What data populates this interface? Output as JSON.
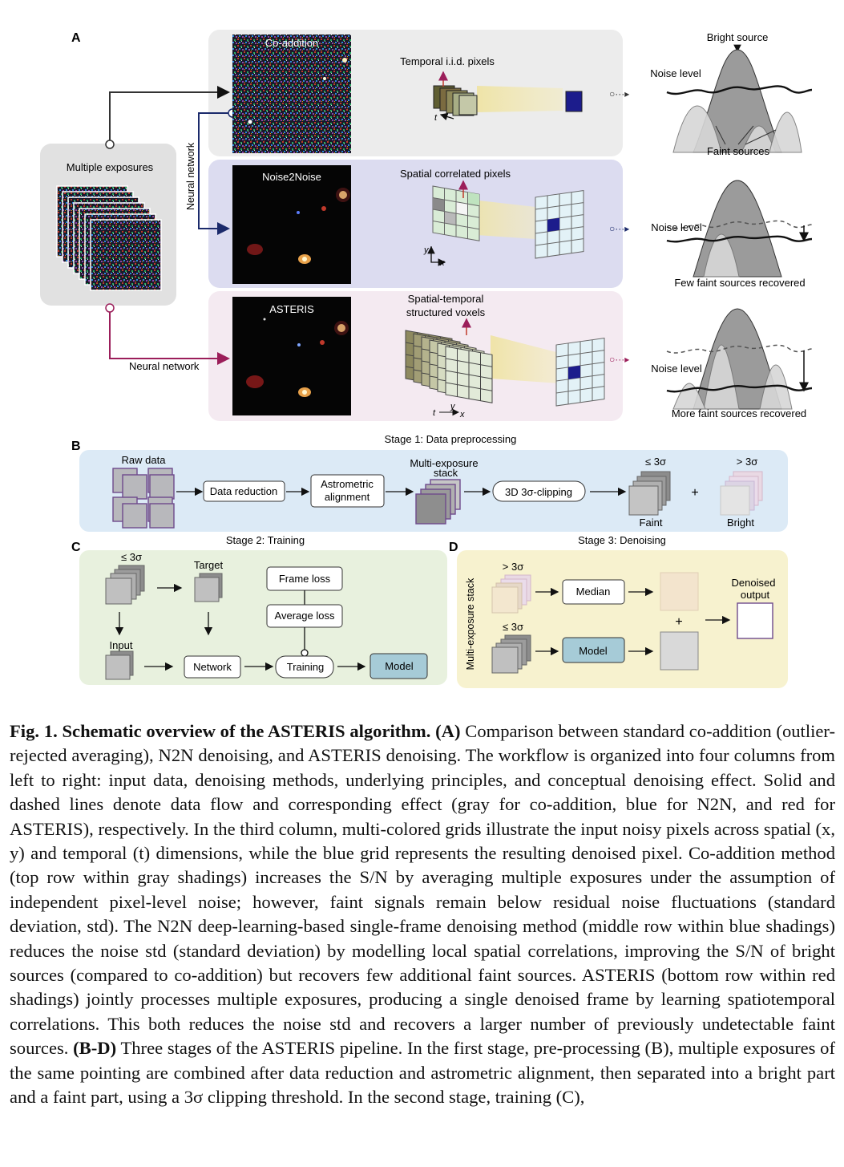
{
  "panelA": {
    "letter": "A",
    "input": {
      "label": "Multiple exposures"
    },
    "flow": {
      "nn_vertical": "Neural network",
      "nn_horizontal": "Neural network"
    },
    "rows": [
      {
        "method": "Co-addition",
        "principle": "Temporal i.i.d. pixels",
        "effect": [
          "Bright source",
          "Noise level",
          "Faint sources"
        ]
      },
      {
        "method": "Noise2Noise",
        "principle": "Spatial correlated pixels",
        "effect": [
          "Noise level",
          "Few faint sources recovered"
        ]
      },
      {
        "method": "ASTERIS",
        "principle": [
          "Spatial-temporal",
          "structured voxels"
        ],
        "effect": [
          "Noise level",
          "More faint sources recovered"
        ]
      }
    ],
    "axes": {
      "t": "t",
      "x": "x",
      "y": "y"
    }
  },
  "panelB": {
    "letter": "B",
    "stage": "Stage 1: Data preprocessing",
    "raw": "Raw data",
    "reduction": "Data reduction",
    "astrometric": [
      "Astrometric",
      "alignment"
    ],
    "stack": [
      "Multi-exposure",
      "stack"
    ],
    "clipping": "3D 3σ-clipping",
    "faint_thr": "≤ 3σ",
    "bright_thr": "> 3σ",
    "faint": "Faint",
    "bright": "Bright",
    "plus": "+"
  },
  "panelC": {
    "letter": "C",
    "stage": "Stage 2: Training",
    "thr": "≤ 3σ",
    "target": "Target",
    "input": "Input",
    "frame_loss": "Frame loss",
    "average_loss": "Average loss",
    "network": "Network",
    "training": "Training",
    "model": "Model"
  },
  "panelD": {
    "letter": "D",
    "stage": "Stage 3: Denoising",
    "side": "Multi-exposure stack",
    "bright_thr": "> 3σ",
    "faint_thr": "≤ 3σ",
    "median": "Median",
    "model": "Model",
    "plus": "+",
    "output": [
      "Denoised",
      "output"
    ]
  },
  "caption": {
    "title": "Fig. 1. Schematic overview of the ASTERIS algorithm.",
    "a_label": "(A)",
    "a_text": "Comparison between standard co-addition (outlier-rejected averaging), N2N denoising, and ASTERIS denoising. The workflow is organized into four columns from left to right: input data, denoising methods, underlying principles, and conceptual denoising effect. Solid and dashed lines denote data flow and corresponding effect (gray for co-addition, blue for N2N, and red for ASTERIS), respectively. In the third column, multi-colored grids illustrate the input noisy pixels across spatial (x, y) and temporal (t) dimensions, while the blue grid represents the resulting denoised pixel. Co-addition method (top row within gray shadings) increases the S/N by averaging multiple exposures under the assumption of independent pixel-level noise; however, faint signals remain below residual noise fluctuations (standard deviation, std). The N2N deep-learning-based single-frame denoising method (middle row within blue shadings) reduces the noise std (standard deviation) by modelling local spatial correlations, improving the S/N of bright sources (compared to co-addition) but recovers few additional faint sources. ASTERIS (bottom row within red shadings) jointly processes multiple exposures, producing a single denoised frame by learning spatiotemporal correlations. This both reduces the noise std and recovers a larger number of previously undetectable faint sources.",
    "bd_label": "(B-D)",
    "bd_text": "Three stages of the ASTERIS pipeline. In the first stage, pre-processing (B), multiple exposures of the same pointing are combined after data reduction and astrometric alignment, then separated into a bright part and a faint part, using a 3σ clipping threshold. In the second stage, training (C),"
  }
}
